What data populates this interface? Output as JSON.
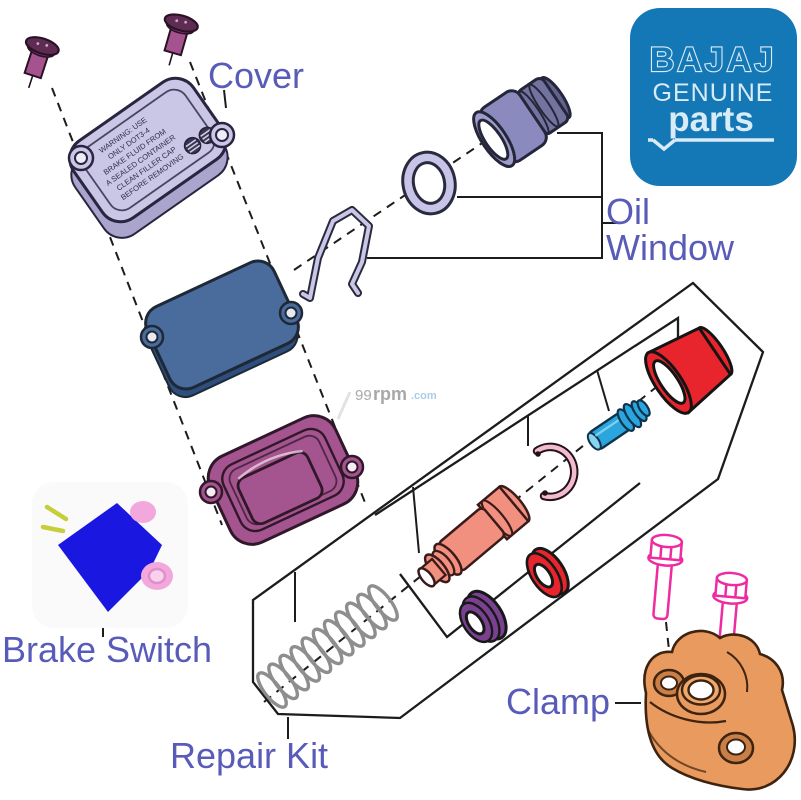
{
  "labels": {
    "cover": "Cover",
    "oil_line1": "Oil",
    "oil_line2": "Window",
    "brake_switch": "Brake Switch",
    "repair_kit": "Repair Kit",
    "clamp": "Clamp"
  },
  "logo": {
    "brand": "BAJAJ",
    "genuine": "GENUINE",
    "parts": "parts"
  },
  "watermark": {
    "num": "99",
    "rpm": "rpm",
    "dotcom": ".com"
  },
  "cover_warning_lines": [
    "WARNING: USE",
    "ONLY DOT3-4",
    "BRAKE FLUID FROM",
    "A SEALED CONTAINER",
    "CLEAN FILLER CAP",
    "BEFORE REMOVING"
  ],
  "colors": {
    "label": "#585CB8",
    "line": "#1c1c1c",
    "logo_bg": "#1478B6",
    "logo_text": "#D9EBF7",
    "cover": "#C9C6E6",
    "cover_depth": "#A9A5CC",
    "plate": "#4A6C9D",
    "plate_depth": "#2E4E7C",
    "diaphragm": "#A4548E",
    "lens_flange": "#8A8ABE",
    "lens_body": "#73739F",
    "lens_face": "#9D9DCB",
    "washer": "#C7C4E8",
    "clip": "#C9C6E6",
    "screw_body": "#A5538E",
    "screw_head": "#5E2C52",
    "spring": "#8E8E8E",
    "piston": "#F2907F",
    "circlip": "#F2BCD0",
    "pin": "#2BA5DE",
    "pin_light": "#86D4F0",
    "boot": "#E8252C",
    "seal_red": "#E8252C",
    "seal_purple": "#7A4190",
    "bolt": "#EE2BA0",
    "clamp": "#E89A5F",
    "clamp_dark": "#C97F45",
    "switch_blue": "#1A18E0",
    "switch_pink": "#F2A8DC",
    "wire": "#C6CE3A",
    "wm_gray": "#A8A8A8",
    "wm_blue": "#AACCE6"
  }
}
